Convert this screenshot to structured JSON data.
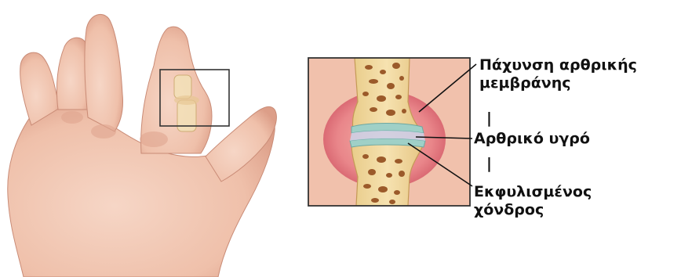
{
  "labels": {
    "synovial_thickening_line1": "Πάχυνση αρθρικής",
    "synovial_thickening_line2": "μεμβράνης",
    "separator_1": "|",
    "synovial_fluid": "Αρθρικό υγρό",
    "separator_2": "|",
    "degenerated_cartilage_line1": "Εκφυλισμένος",
    "degenerated_cartilage_line2": "χόνδρος"
  },
  "colors": {
    "skin": "#f3c9b4",
    "skin_shadow": "#d99a85",
    "inflamed_tissue": "#e06070",
    "bone": "#f0d9a0",
    "marrow": "#a0622d",
    "cartilage": "#8fc6c0",
    "frame": "#333333"
  }
}
